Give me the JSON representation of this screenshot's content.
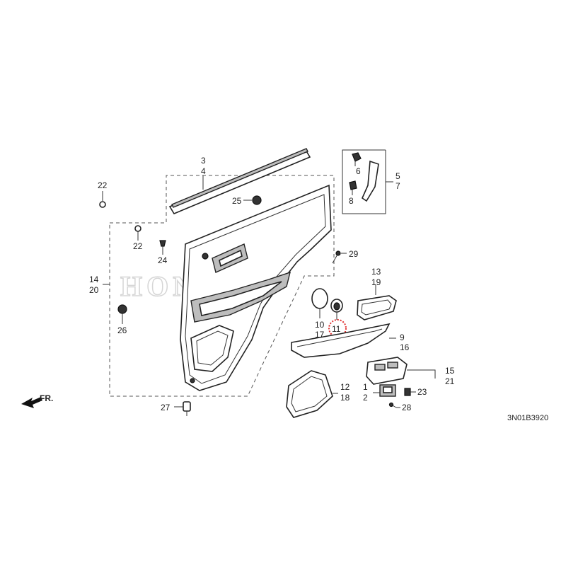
{
  "watermark": "HONDA",
  "diagram_code": "3N01B3920",
  "direction": "FR.",
  "callouts": {
    "c3": "3",
    "c4": "4",
    "c5": "5",
    "c7": "7",
    "c6": "6",
    "c8": "8",
    "c22a": "22",
    "c25": "25",
    "c22b": "22",
    "c24": "24",
    "c14": "14",
    "c20": "20",
    "c26": "26",
    "c29": "29",
    "c13": "13",
    "c19": "19",
    "c10": "10",
    "c17": "17",
    "c11a": "1",
    "c11b": "1",
    "c9": "9",
    "c16": "16",
    "c15": "15",
    "c21": "21",
    "c12": "12",
    "c18": "18",
    "c1": "1",
    "c2": "2",
    "c23": "23",
    "c28": "28",
    "c27": "27"
  },
  "highlighted_part": "11"
}
